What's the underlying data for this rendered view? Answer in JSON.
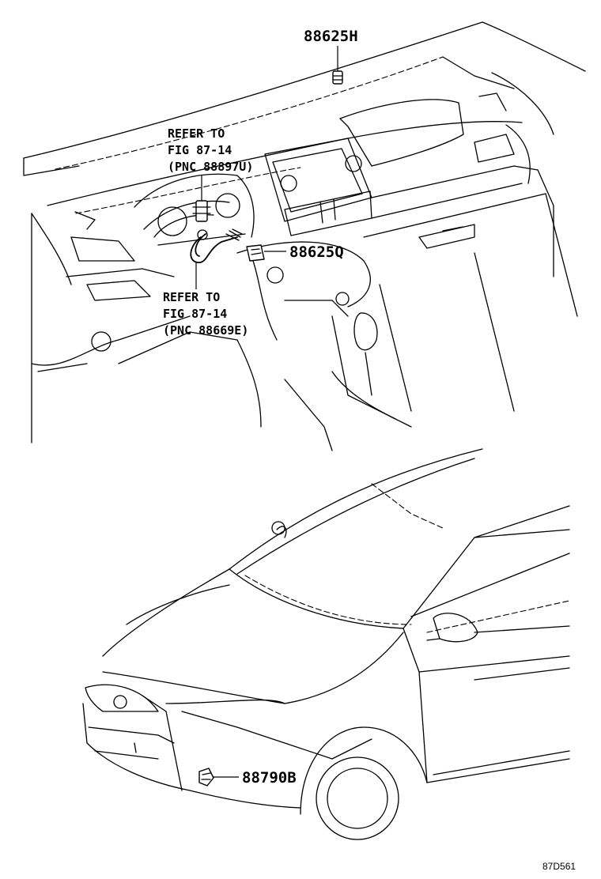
{
  "labels": {
    "part_88625H": "88625H",
    "part_88625Q": "88625Q",
    "part_88790B": "88790B",
    "ref_top": {
      "line1": "REFER TO",
      "line2": "FIG 87-14",
      "line3": "(PNC 88897U)"
    },
    "ref_mid": {
      "line1": "REFER TO",
      "line2": "FIG 87-14",
      "line3": "(PNC 88669E)"
    },
    "diagram_code": "87D561"
  }
}
